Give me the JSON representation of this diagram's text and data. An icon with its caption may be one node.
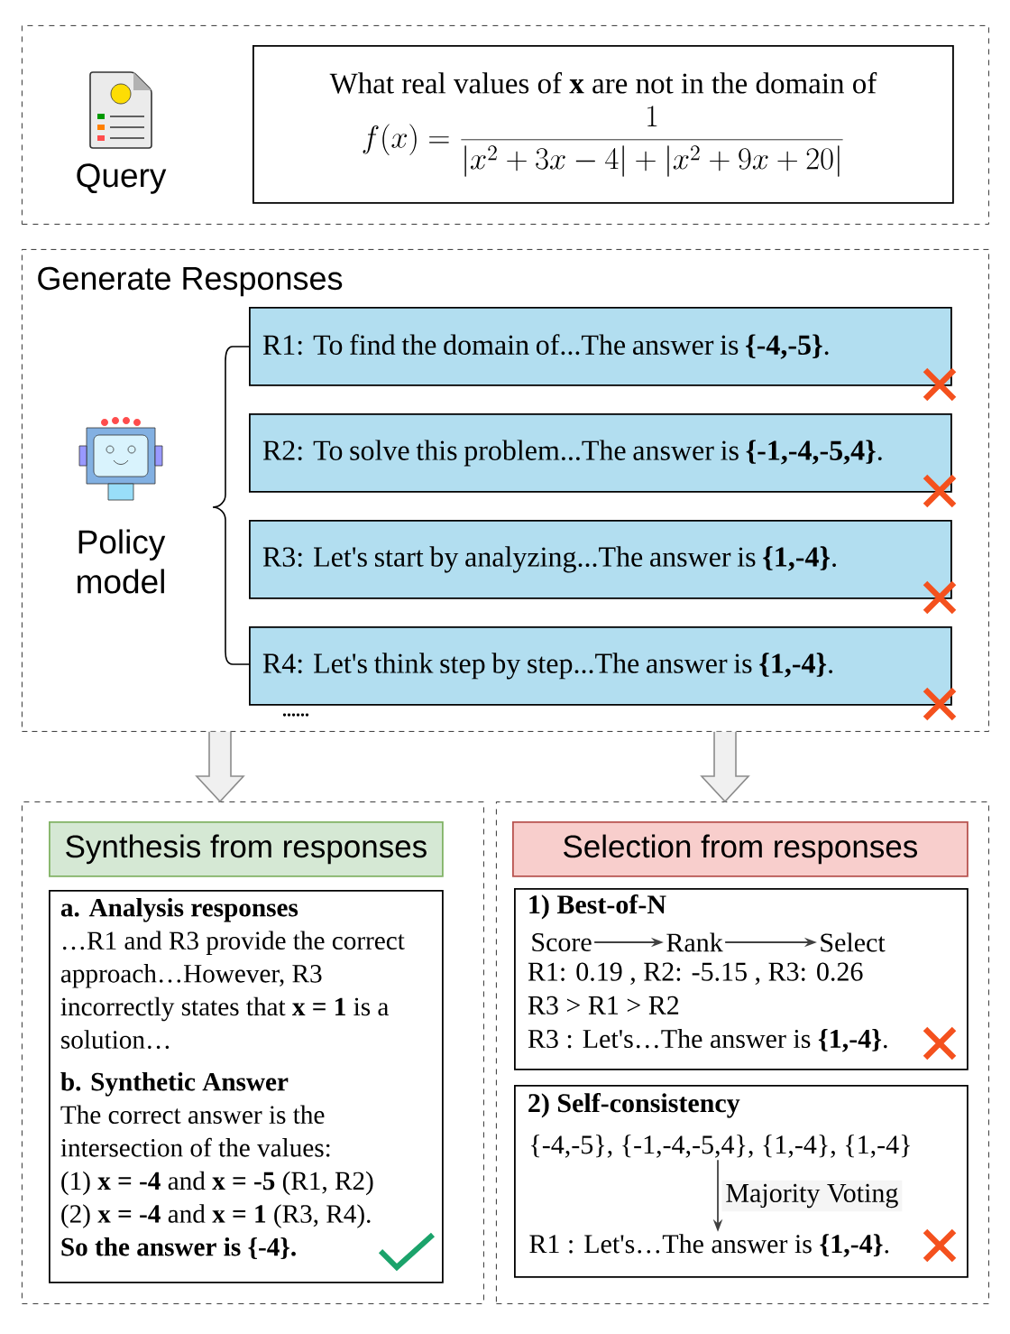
{
  "diagram": {
    "nodes": [
      {
        "text": [],
        "shape": "box"
      },
      {
        "text": [
          "Query"
        ],
        "in": 0
      },
      {
        "text": [
          "What real values of **x** are not in the domain of",
          "f(x) = \\frac{1}{|x^2 + 3x - 4| + |x^2 + 9x + 20|}"
        ],
        "in": 0
      },
      {
        "text": [
          "Generate Responses"
        ]
      },
      {
        "text": [
          "Policy model"
        ],
        "in": 3
      },
      {
        "text": [
          "R1: To find the domain of...The answer is **{-4,-5}**."
        ],
        "in": 3
      },
      {
        "text": [
          "R2: To solve this problem...The answer is **{-1,-4,-5,4}**."
        ],
        "in": 3
      },
      {
        "text": [
          "R3: Let's start by analyzing...The answer is **{1,-4}**."
        ],
        "in": 3
      },
      {
        "text": [
          "R4: Let's think step by step...The answer is **{1,-4}**."
        ],
        "in": 3
      },
      {
        "text": [],
        "shape": "box"
      },
      {
        "text": [
          "Synthesis from responses"
        ],
        "in": 9
      },
      {
        "text": [
          "a. Analysis responses",
          "…R1 and R3 provide the correct approach…However, R3 incorrectly states that **x = 1** is a solution…",
          "b. Synthetic Answer",
          "The correct answer is the intersection of the values:",
          "(1) **x = -4** and **x = -5** (R1, R2)",
          "(2) **x = -4** and **x = 1**  (R3, R4).",
          "So the answer is {-4}."
        ],
        "in": 9
      },
      {
        "text": [],
        "shape": "box"
      },
      {
        "text": [
          "Selection from responses"
        ],
        "in": 12
      },
      {
        "text": [
          "1) Best-of-N",
          "R1: 0.19 , R2: -5.15 , R3: 0.26",
          "R3 > R1 > R2",
          "R3 : Let's…The answer is **{1,-4}**."
        ],
        "in": 12
      },
      {
        "text": [
          "Score"
        ],
        "in": 14
      },
      {
        "text": [
          "Rank"
        ],
        "in": 14
      },
      {
        "text": [
          "Select"
        ],
        "in": 14
      },
      {
        "text": [
          "2) Self-consistency"
        ],
        "in": 12
      },
      {
        "text": [
          "{-4,-5}, {-1,-4,-5,4}, {1,-4}, {1,-4}"
        ],
        "in": 18
      },
      {
        "text": [
          "R1 : Let's…The answer is **{1,-4}**."
        ],
        "in": 18
      }
    ],
    "edges": [
      {
        "from": 3,
        "to": 9,
        "arrow": "to",
        "style": "thick"
      },
      {
        "from": 3,
        "to": 12,
        "arrow": "to",
        "style": "thick"
      },
      {
        "from": 15,
        "to": 16,
        "arrow": "to"
      },
      {
        "from": 16,
        "to": 17,
        "arrow": "to"
      },
      {
        "from": 19,
        "to": 20,
        "arrow": "to",
        "label": "Majority Voting"
      }
    ],
    "labels": [
      "......"
    ]
  }
}
